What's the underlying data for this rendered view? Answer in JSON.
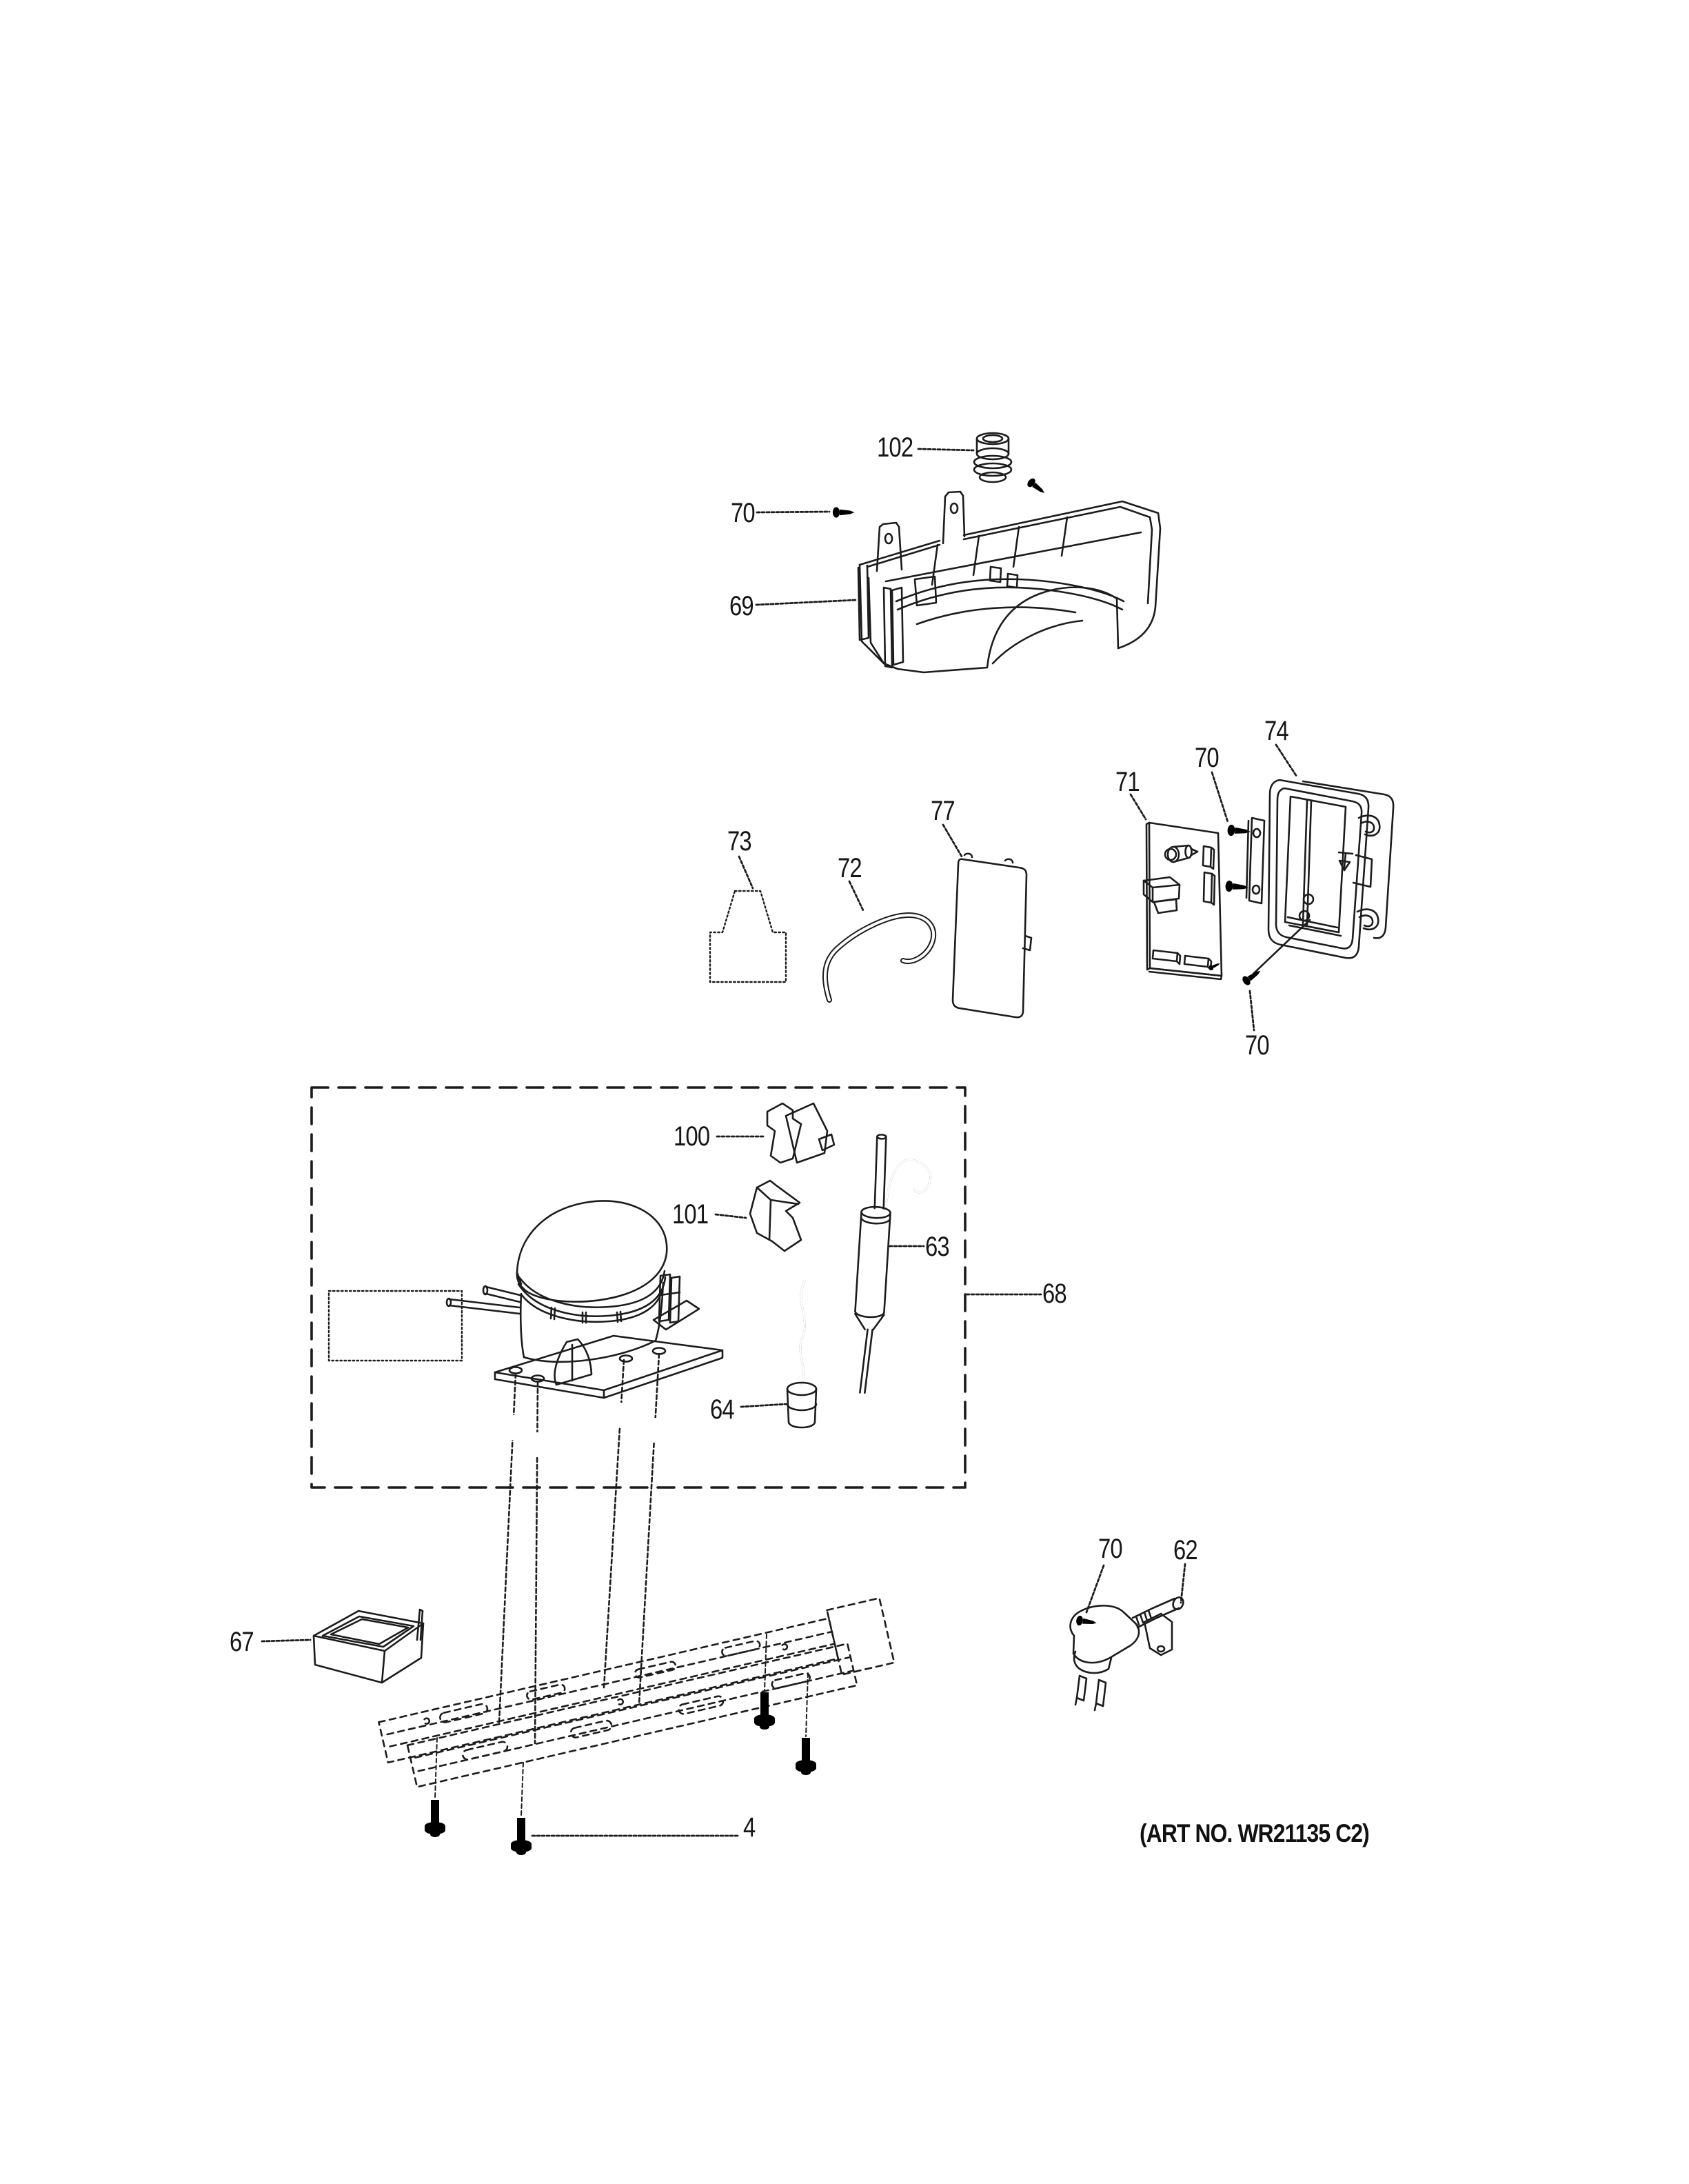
{
  "colors": {
    "ink": "#1c1c1c",
    "background": "#ffffff"
  },
  "callouts": {
    "c102": "102",
    "c70_top": "70",
    "c69": "69",
    "c74": "74",
    "c70_board": "70",
    "c71": "71",
    "c77": "77",
    "c73": "73",
    "c72": "72",
    "c70_housing": "70",
    "c100": "100",
    "c101": "101",
    "c63": "63",
    "c68": "68",
    "c64": "64",
    "c67": "67",
    "c70_cord": "70",
    "c62": "62",
    "c4": "4"
  },
  "footer": {
    "art_no": "(ART NO. WR21135 C2)"
  }
}
